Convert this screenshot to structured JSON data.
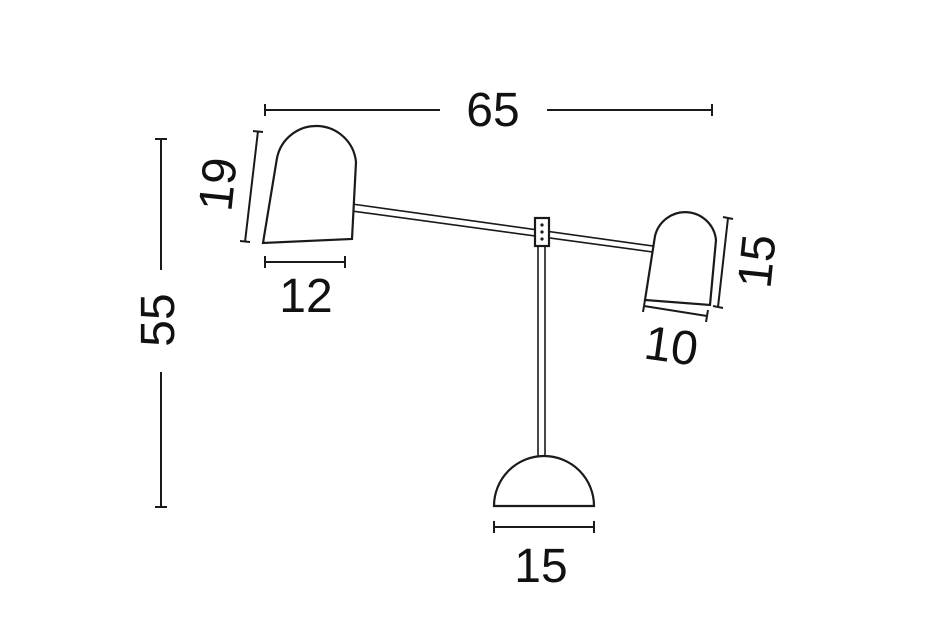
{
  "dimensions": {
    "total_width": "65",
    "total_height": "55",
    "left_shade_height": "19",
    "left_shade_width": "12",
    "right_shade_height": "15",
    "right_shade_width": "10",
    "base_width": "15"
  },
  "colors": {
    "line": "#1a1a1a",
    "background": "#ffffff"
  }
}
